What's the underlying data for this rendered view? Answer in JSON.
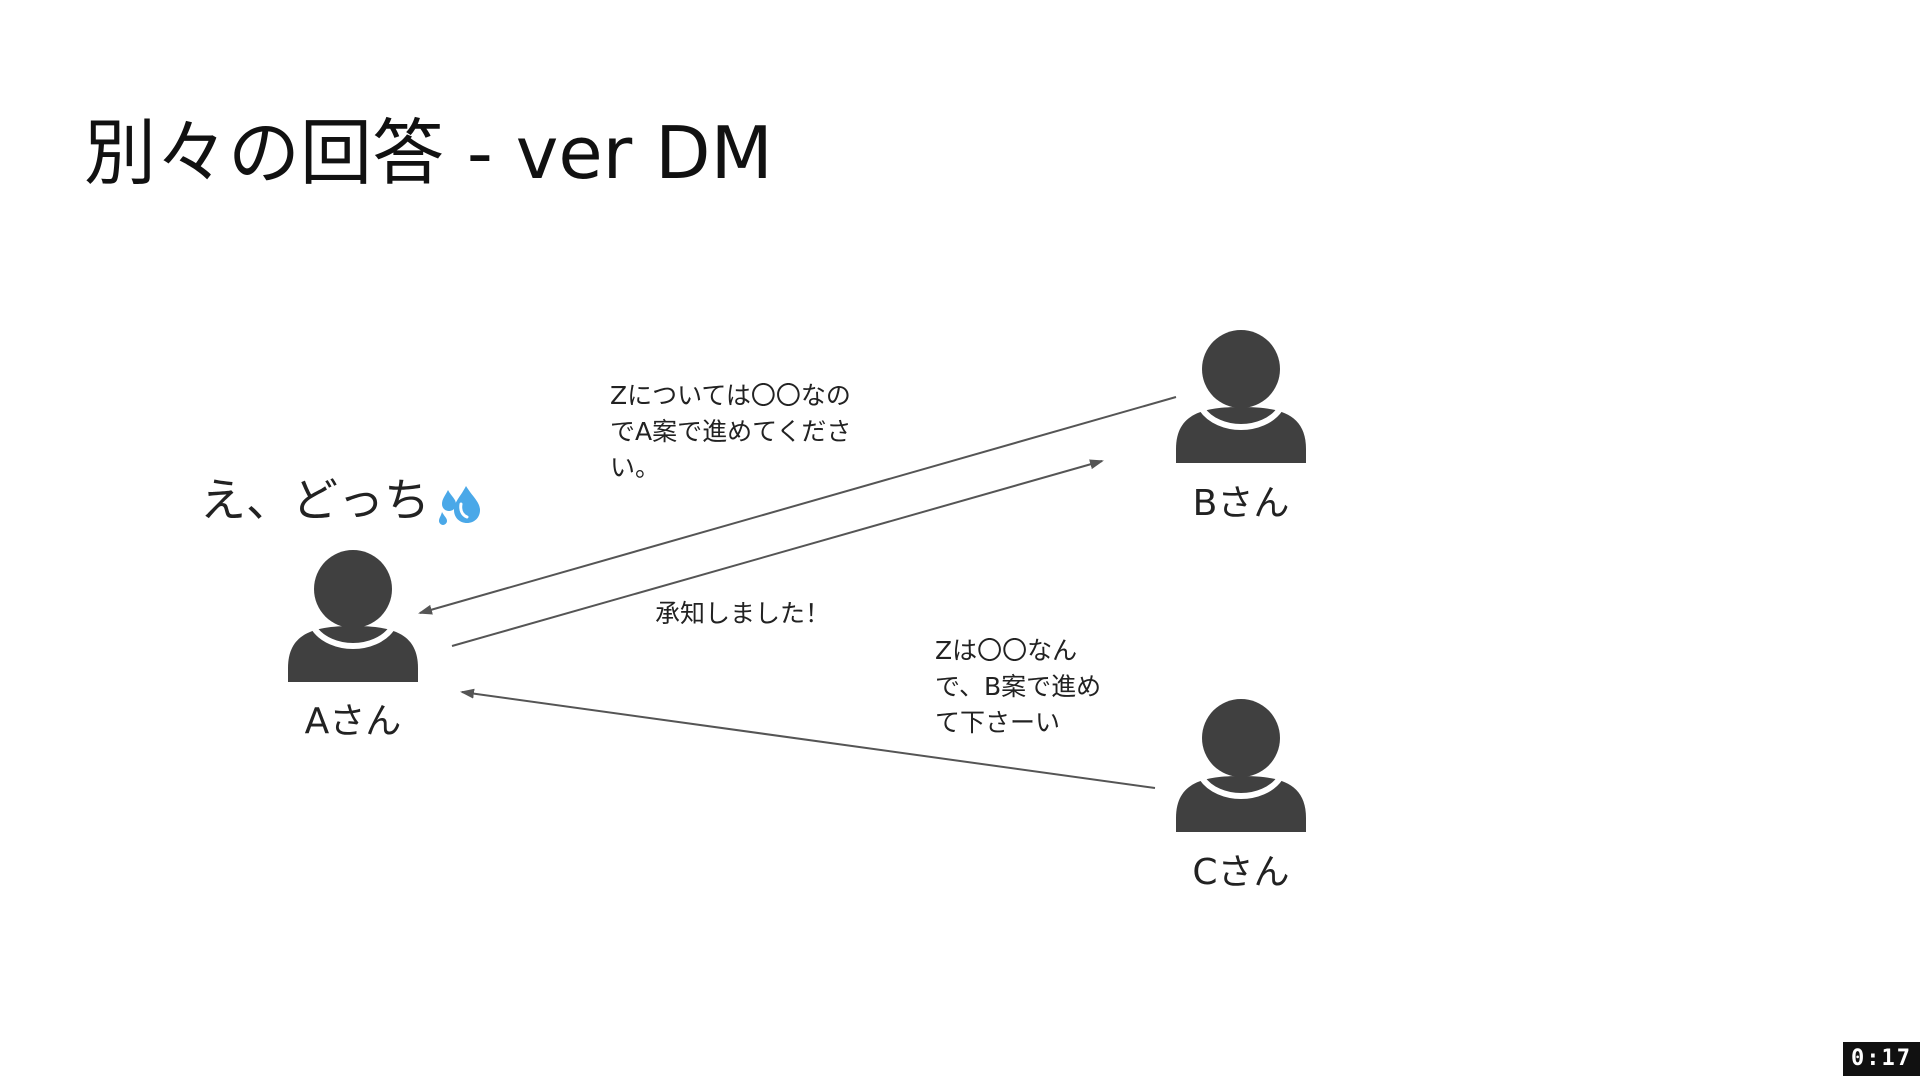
{
  "slide": {
    "title": "別々の回答 - ver DM",
    "reaction": "え、どっち",
    "reaction_icon": "sweat-droplets-icon"
  },
  "people": {
    "a": {
      "label": "Aさん"
    },
    "b": {
      "label": "Bさん"
    },
    "c": {
      "label": "Cさん"
    }
  },
  "messages": {
    "b_to_a": [
      "Zについては〇〇なの",
      "でA案で進めてくださ",
      "い。"
    ],
    "a_to_b": "承知しました！",
    "c_to_a": [
      "Zは〇〇なん",
      "で、B案で進め",
      "て下さーい"
    ]
  },
  "player": {
    "time": "0:17"
  },
  "colors": {
    "person": "#404040",
    "arrow": "#555555",
    "sweat": "#4aa8e8"
  }
}
